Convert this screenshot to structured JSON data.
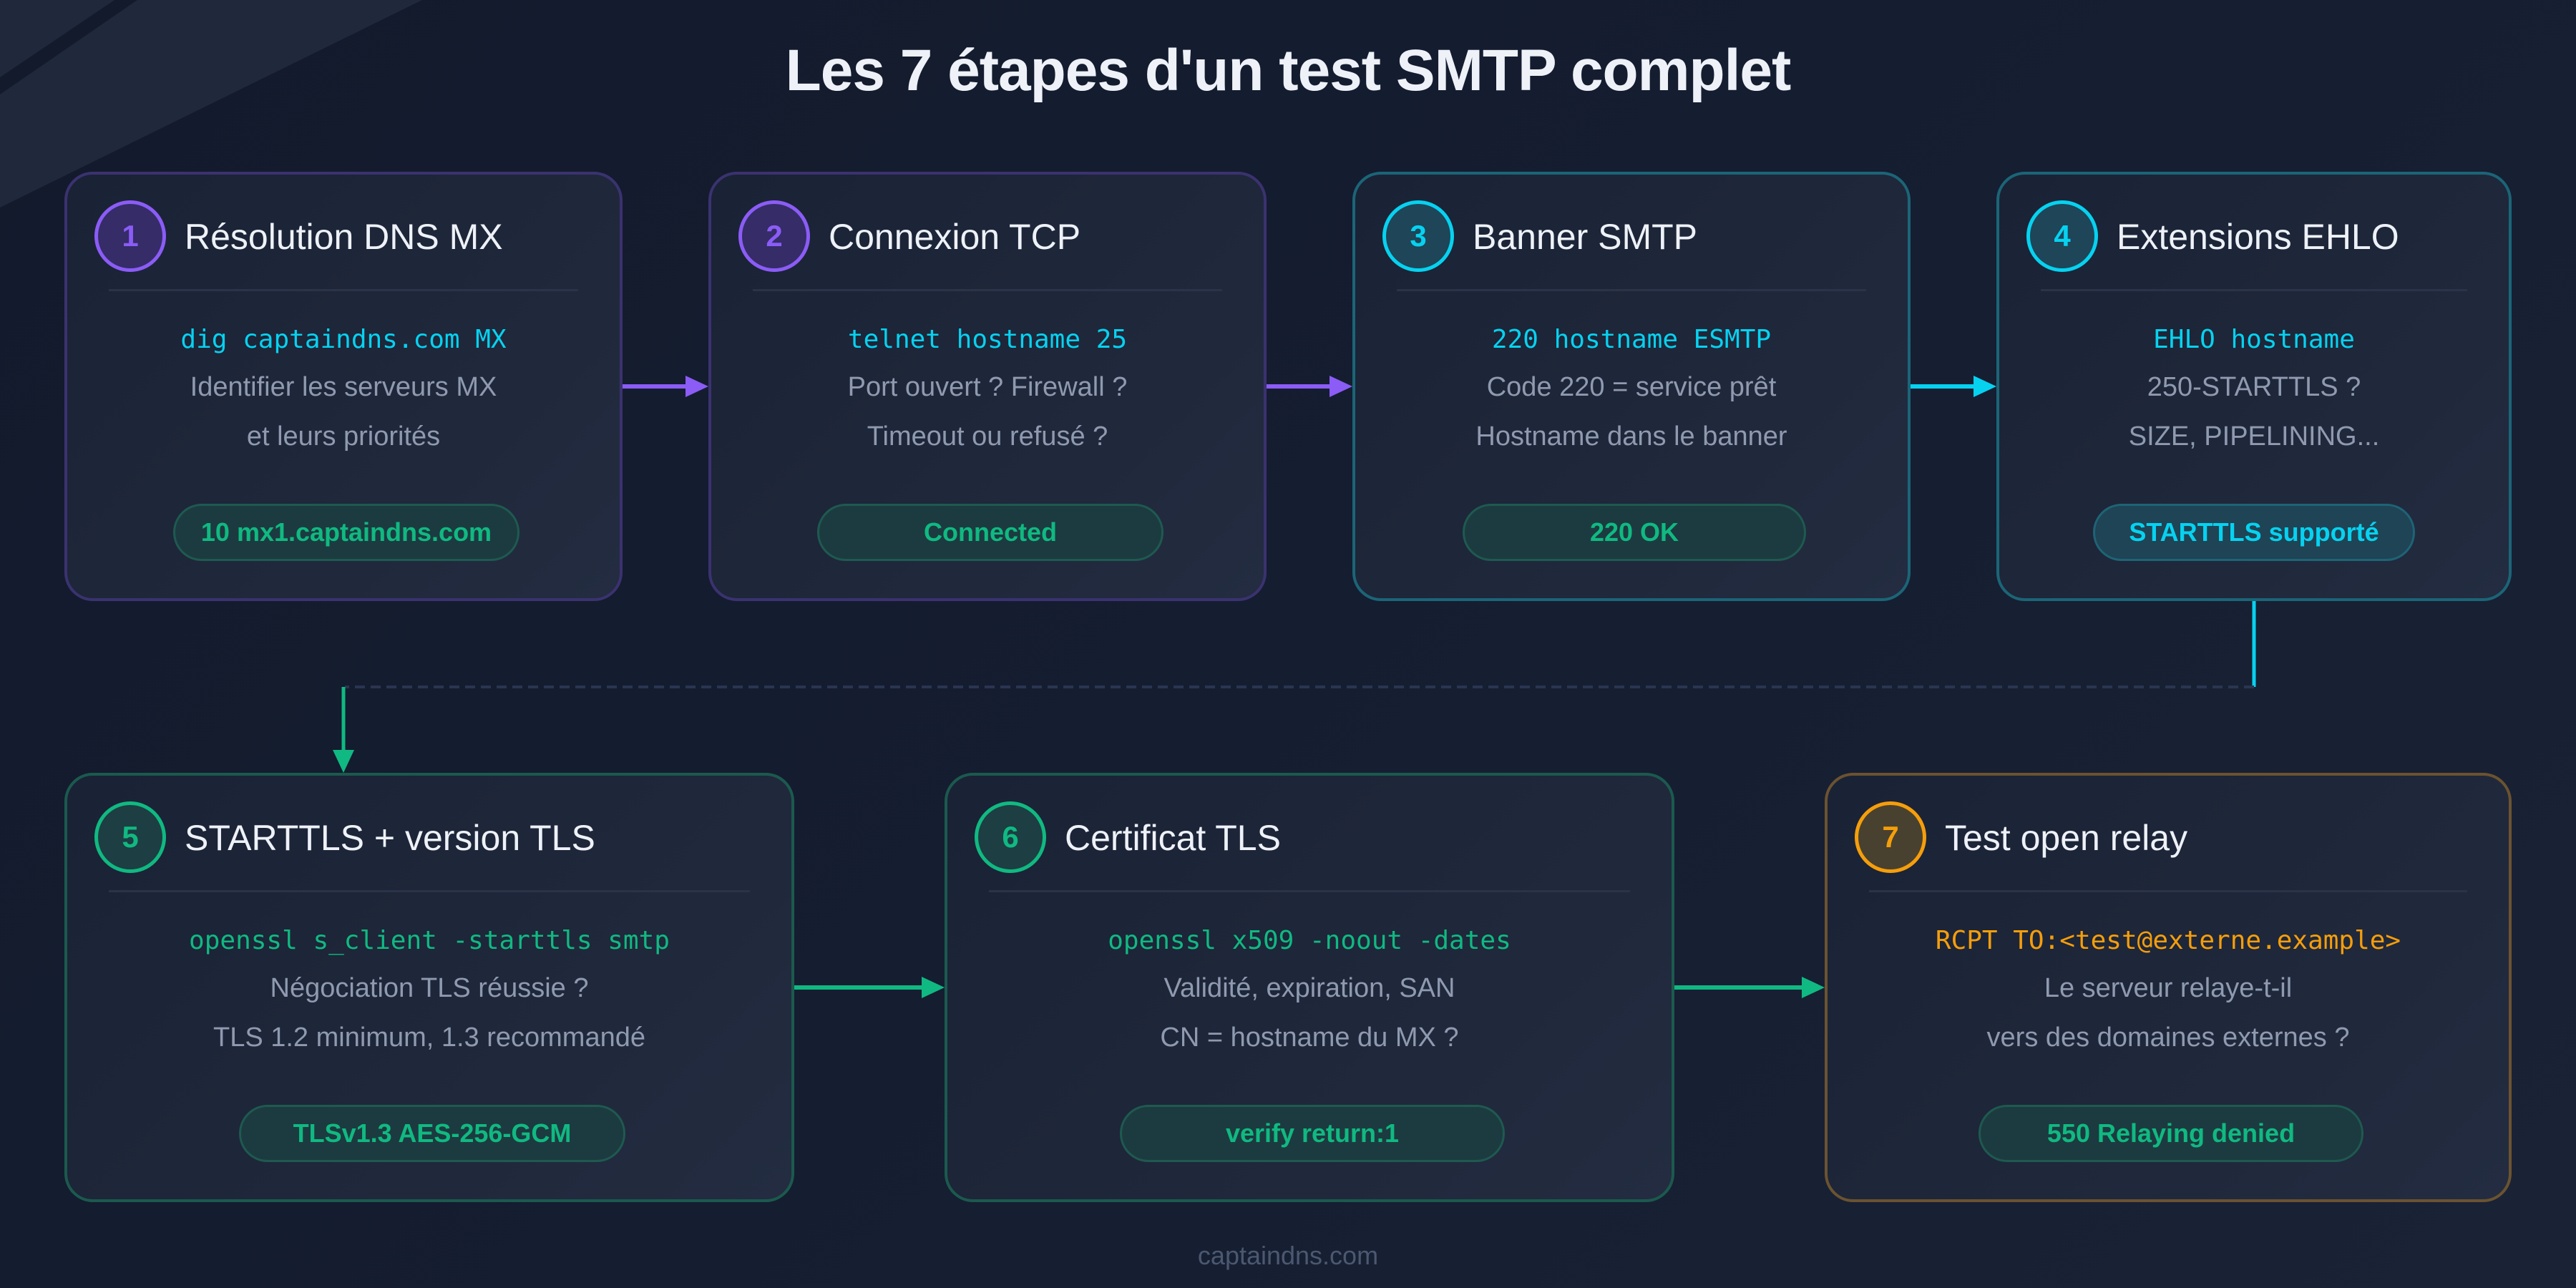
{
  "title": "Les 7 étapes d'un test SMTP complet",
  "footer": "captaindns.com",
  "colors": {
    "background": "#131a2c",
    "purple": "#8b5cf6",
    "cyan": "#06d2f0",
    "green": "#10b981",
    "amber": "#f59e0b",
    "text_primary": "#eef2f8",
    "text_secondary": "#8f9ab0"
  },
  "steps": [
    {
      "number": "1",
      "title": "Résolution DNS MX",
      "command": "dig captaindns.com MX",
      "lines": [
        "Identifier les serveurs MX",
        "et leurs priorités"
      ],
      "result": "10 mx1.captaindns.com",
      "accent": "purple"
    },
    {
      "number": "2",
      "title": "Connexion TCP",
      "command": "telnet hostname 25",
      "lines": [
        "Port ouvert ? Firewall ?",
        "Timeout ou refusé ?"
      ],
      "result": "Connected",
      "accent": "purple"
    },
    {
      "number": "3",
      "title": "Banner SMTP",
      "command": "220 hostname ESMTP",
      "lines": [
        "Code 220 = service prêt",
        "Hostname dans le banner"
      ],
      "result": "220 OK",
      "accent": "cyan"
    },
    {
      "number": "4",
      "title": "Extensions EHLO",
      "command": "EHLO hostname",
      "lines": [
        "250-STARTTLS ?",
        "SIZE, PIPELINING..."
      ],
      "result": "STARTTLS supporté",
      "accent": "cyan"
    },
    {
      "number": "5",
      "title": "STARTTLS + version TLS",
      "command": "openssl s_client -starttls smtp",
      "lines": [
        "Négociation TLS réussie ?",
        "TLS 1.2 minimum, 1.3 recommandé"
      ],
      "result": "TLSv1.3 AES-256-GCM",
      "accent": "green"
    },
    {
      "number": "6",
      "title": "Certificat TLS",
      "command": "openssl x509 -noout -dates",
      "lines": [
        "Validité, expiration, SAN",
        "CN = hostname du MX ?"
      ],
      "result": "verify return:1",
      "accent": "green"
    },
    {
      "number": "7",
      "title": "Test open relay",
      "command": "RCPT TO:<test@externe.example>",
      "lines": [
        "Le serveur relaye-t-il",
        "vers des domaines externes ?"
      ],
      "result": "550 Relaying denied",
      "accent": "amber"
    }
  ]
}
